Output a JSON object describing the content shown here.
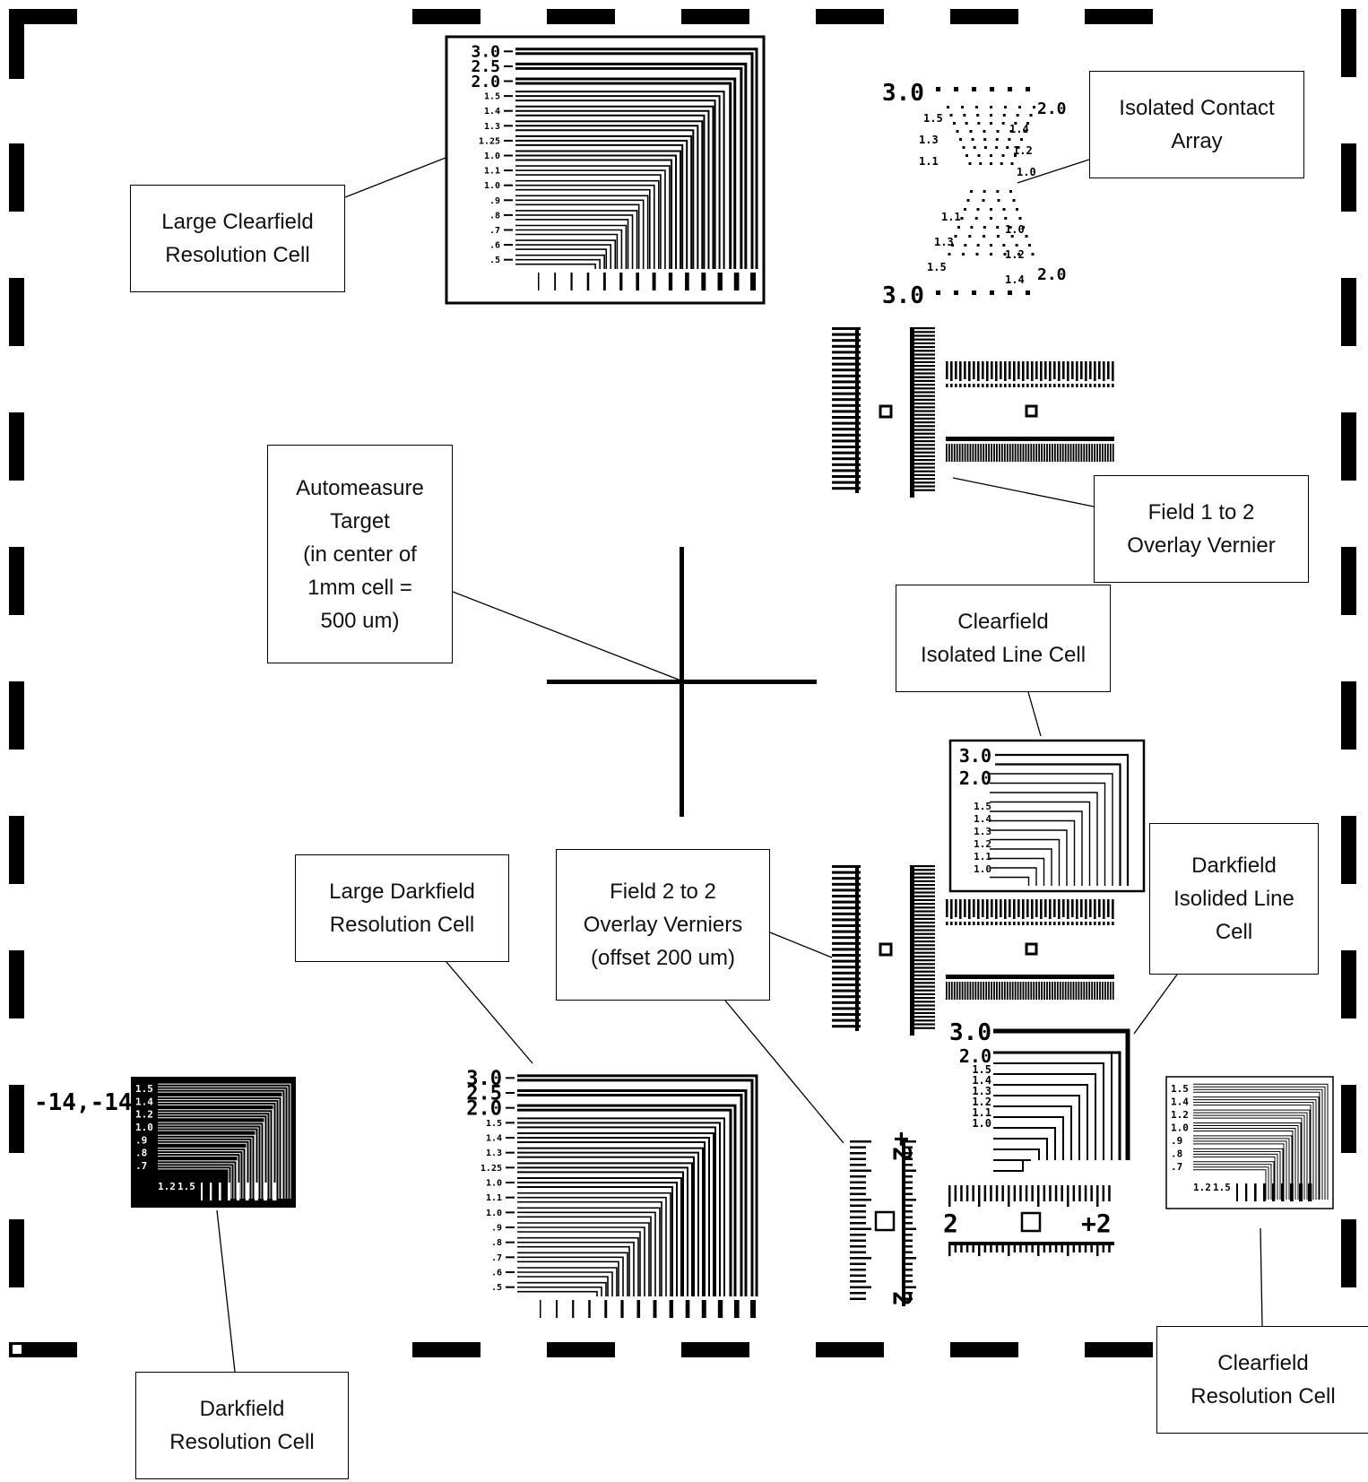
{
  "callouts": {
    "large_clearfield_resolution_cell": "Large Clearfield\nResolution Cell",
    "isolated_contact_array": "Isolated Contact\nArray",
    "field_1_to_2_overlay_vernier": "Field 1 to 2\nOverlay Vernier",
    "automeasure_target": "Automeasure\nTarget\n(in center of\n1mm cell =\n500 um)",
    "clearfield_isolated_line_cell": "Clearfield\nIsolated Line Cell",
    "darkfield_isolided_line_cell": "Darkfield\nIsolided Line\nCell",
    "large_darkfield_resolution_cell": "Large Darkfield\nResolution Cell",
    "field_2_to_2_overlay_verniers": "Field 2 to 2\nOverlay Verniers\n(offset 200 um)",
    "darkfield_resolution_cell": "Darkfield\nResolution Cell",
    "clearfield_resolution_cell": "Clearfield\nResolution Cell"
  },
  "coordinate_label": "-14,-14",
  "large_cell_labels": [
    "3.0",
    "2.5",
    "2.0",
    "1.5",
    "1.4",
    "1.3",
    "1.25",
    "1.0",
    "1.1",
    "1.0",
    ".9",
    ".8",
    ".7",
    ".6",
    ".5"
  ],
  "contact_array_labels": {
    "top_left": "3.0",
    "top_right": "2.0",
    "upper": [
      "1.5",
      "1.4",
      "1.3",
      "1.2",
      "1.1",
      "1.0"
    ],
    "bottom_left": "3.0",
    "bottom_right": "2.0",
    "lower": [
      "1.1",
      "1.0",
      "1.3",
      "1.2",
      "1.5",
      "1.4"
    ]
  },
  "isolated_line_labels": [
    "3.0",
    "2.0",
    "1.5",
    "1.4",
    "1.3",
    "1.2",
    "1.1",
    "1.0"
  ],
  "small_cell_labels": [
    "1.5",
    "1.4",
    "1.2",
    "1.0",
    ".9",
    ".8",
    ".7"
  ],
  "small_cell_bottom_labels": [
    "1.2",
    "1.5"
  ],
  "vernier_scale_labels": {
    "minus": "2",
    "plus": "+2"
  }
}
